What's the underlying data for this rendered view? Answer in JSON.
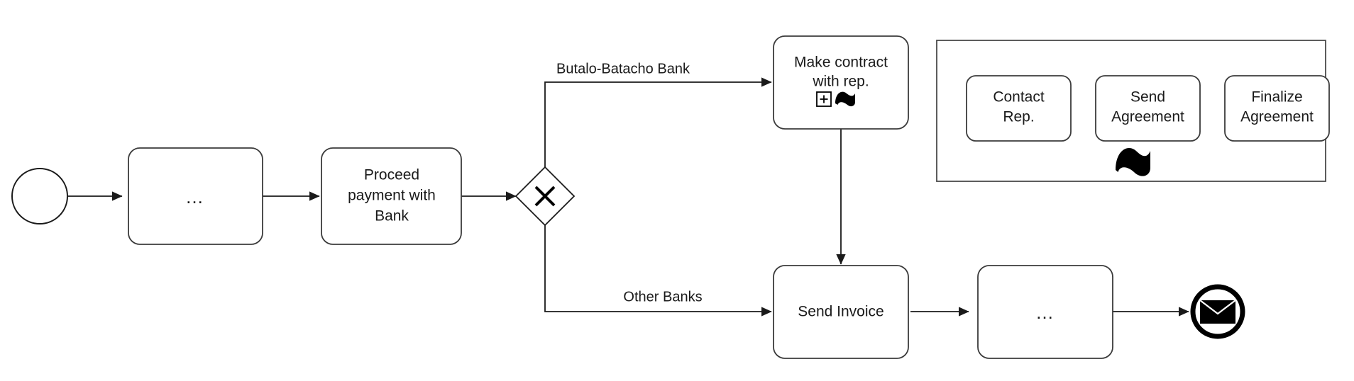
{
  "diagram": {
    "title": "Payment with Bank process",
    "notation": "BPMN",
    "colors": {
      "background": "#ffffff",
      "stroke": "#1a1a1a",
      "box_stroke": "#3b3b3b",
      "marker_fill": "#000000",
      "text": "#1a1a1a"
    }
  },
  "nodes": {
    "start_event": {
      "label": "",
      "type": "start-event",
      "icon": "circle-icon"
    },
    "collapsed_before": {
      "label": "…",
      "type": "task-placeholder"
    },
    "proceed_payment": {
      "label_line1": "Proceed",
      "label_line2": "payment with",
      "label_line3": "Bank",
      "type": "task"
    },
    "gateway": {
      "label": "",
      "type": "exclusive-gateway",
      "icon": "x-gateway-icon"
    },
    "make_contract": {
      "label_line1": "Make contract",
      "label_line2": "with rep.",
      "type": "collapsed-subprocess",
      "markers": [
        "plus-marker-icon",
        "adhoc-marker-icon"
      ]
    },
    "send_invoice": {
      "label": "Send Invoice",
      "type": "task"
    },
    "collapsed_after": {
      "label": "…",
      "type": "task-placeholder"
    },
    "end_event": {
      "label": "",
      "type": "message-end-event",
      "icon": "envelope-icon"
    }
  },
  "edges": [
    {
      "id": "e1",
      "label": "",
      "from": "start_event",
      "to": "collapsed_before"
    },
    {
      "id": "e2",
      "label": "",
      "from": "collapsed_before",
      "to": "proceed_payment"
    },
    {
      "id": "e3",
      "label": "",
      "from": "proceed_payment",
      "to": "gateway"
    },
    {
      "id": "e4",
      "label": "Butalo-Batacho Bank",
      "from": "gateway",
      "to": "make_contract"
    },
    {
      "id": "e5",
      "label": "Other Banks",
      "from": "gateway",
      "to": "send_invoice"
    },
    {
      "id": "e6",
      "label": "",
      "from": "make_contract",
      "to": "send_invoice"
    },
    {
      "id": "e7",
      "label": "",
      "from": "send_invoice",
      "to": "collapsed_after"
    },
    {
      "id": "e8",
      "label": "",
      "from": "collapsed_after",
      "to": "end_event"
    }
  ],
  "subprocess_panel": {
    "title": "",
    "type": "expanded-adhoc-subprocess",
    "marker": "adhoc-marker-icon",
    "tasks": [
      {
        "label_line1": "Contact",
        "label_line2": "Rep."
      },
      {
        "label_line1": "Send",
        "label_line2": "Agreement"
      },
      {
        "label_line1": "Finalize",
        "label_line2": "Agreement"
      }
    ]
  }
}
